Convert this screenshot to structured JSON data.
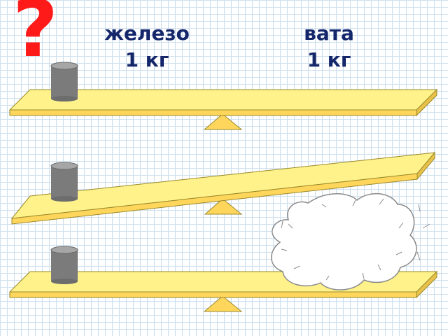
{
  "question_mark": "?",
  "left_item": {
    "name": "железо",
    "mass": "1 кг"
  },
  "right_item": {
    "name": "вата",
    "mass": "1 кг"
  },
  "colors": {
    "question_mark": "#ff1a1a",
    "label_text": "#14276b",
    "plank_fill": "#fff28a",
    "plank_front": "#ffd65c",
    "plank_edge": "#9a8a2a",
    "fulcrum": "#ffd65c",
    "iron": "#7b7b7b",
    "cotton": "#ffffff"
  },
  "icons": [
    "question-mark",
    "iron-weight",
    "cotton-cloud",
    "fulcrum"
  ]
}
